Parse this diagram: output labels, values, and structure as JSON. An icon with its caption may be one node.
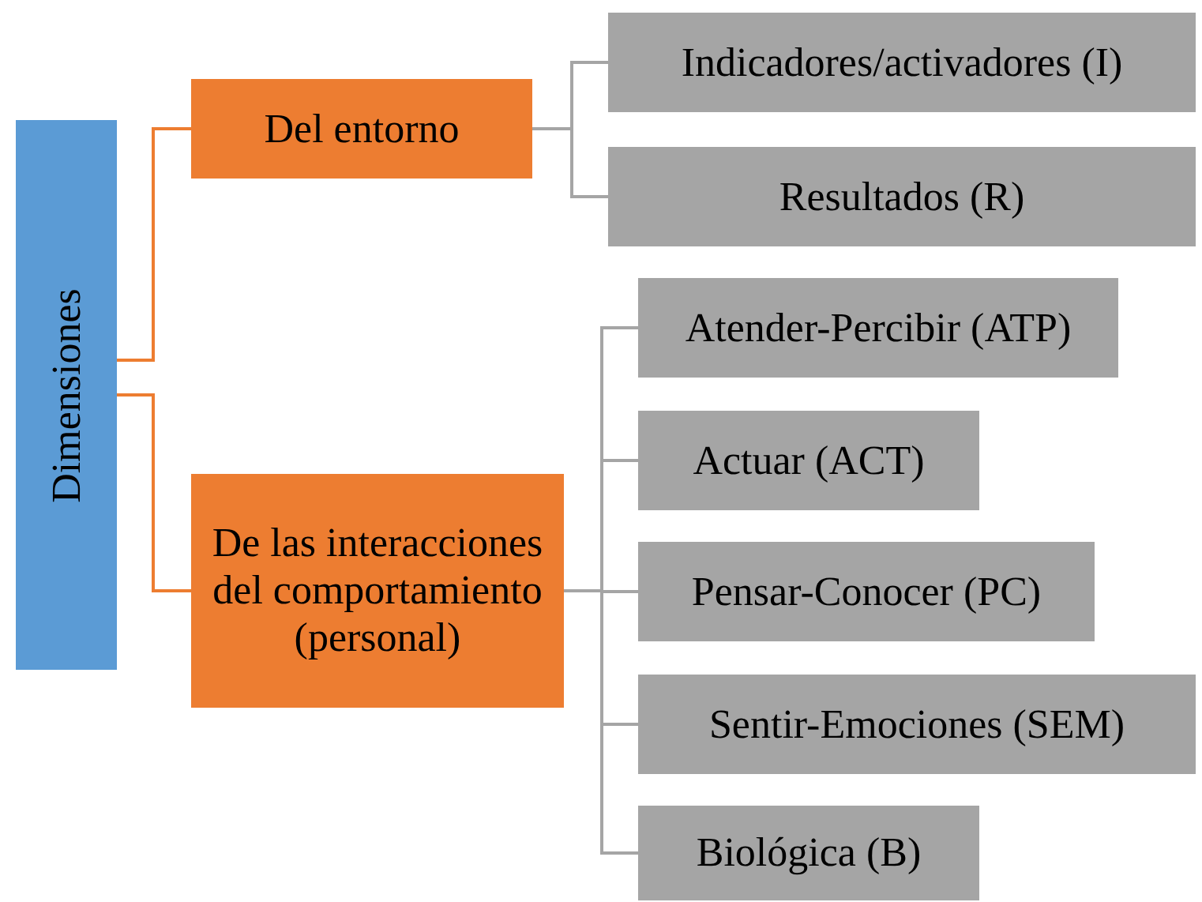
{
  "diagram": {
    "nodes": [
      {
        "text": [
          "Dimensiones"
        ]
      },
      {
        "text": [
          "Del entorno"
        ]
      },
      {
        "text": [
          "De las interacciones del comportamiento (personal)"
        ]
      },
      {
        "text": [
          "Indicadores/activadores (I)"
        ]
      },
      {
        "text": [
          "Resultados (R)"
        ]
      },
      {
        "text": [
          "Atender-Percibir (ATP)"
        ]
      },
      {
        "text": [
          "Actuar (ACT)"
        ]
      },
      {
        "text": [
          "Pensar-Conocer (PC)"
        ]
      },
      {
        "text": [
          "Sentir-Emociones (SEM)"
        ]
      },
      {
        "text": [
          "Biológica (B)"
        ]
      }
    ],
    "edges": [
      {
        "from": 0,
        "to": 1,
        "arrow": "none",
        "color": "#ed7d31"
      },
      {
        "from": 0,
        "to": 2,
        "arrow": "none",
        "color": "#ed7d31"
      },
      {
        "from": 1,
        "to": 3,
        "arrow": "none"
      },
      {
        "from": 1,
        "to": 4,
        "arrow": "none"
      },
      {
        "from": 2,
        "to": 5,
        "arrow": "none"
      },
      {
        "from": 2,
        "to": 6,
        "arrow": "none"
      },
      {
        "from": 2,
        "to": 7,
        "arrow": "none"
      },
      {
        "from": 2,
        "to": 8,
        "arrow": "none"
      },
      {
        "from": 2,
        "to": 9,
        "arrow": "none"
      }
    ]
  }
}
